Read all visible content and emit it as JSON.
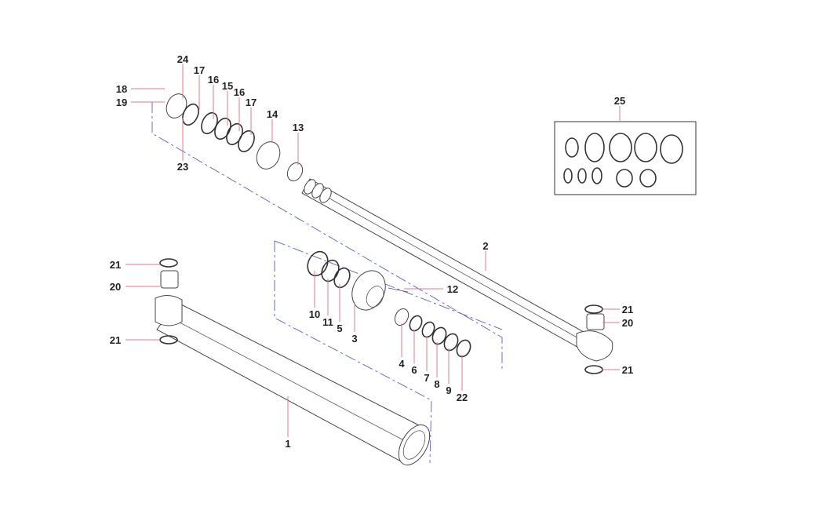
{
  "diagram": {
    "title": "Hydraulic cylinder exploded parts view",
    "labels": [
      "24",
      "17",
      "16",
      "15",
      "16",
      "17",
      "14",
      "13",
      "18",
      "19",
      "23",
      "25",
      "2",
      "12",
      "10",
      "11",
      "5",
      "3",
      "4",
      "6",
      "7",
      "8",
      "9",
      "22",
      "21",
      "20",
      "21",
      "1",
      "21",
      "20",
      "21"
    ],
    "leader_color": "#e07890",
    "axis_color": "#6a6ad0"
  }
}
